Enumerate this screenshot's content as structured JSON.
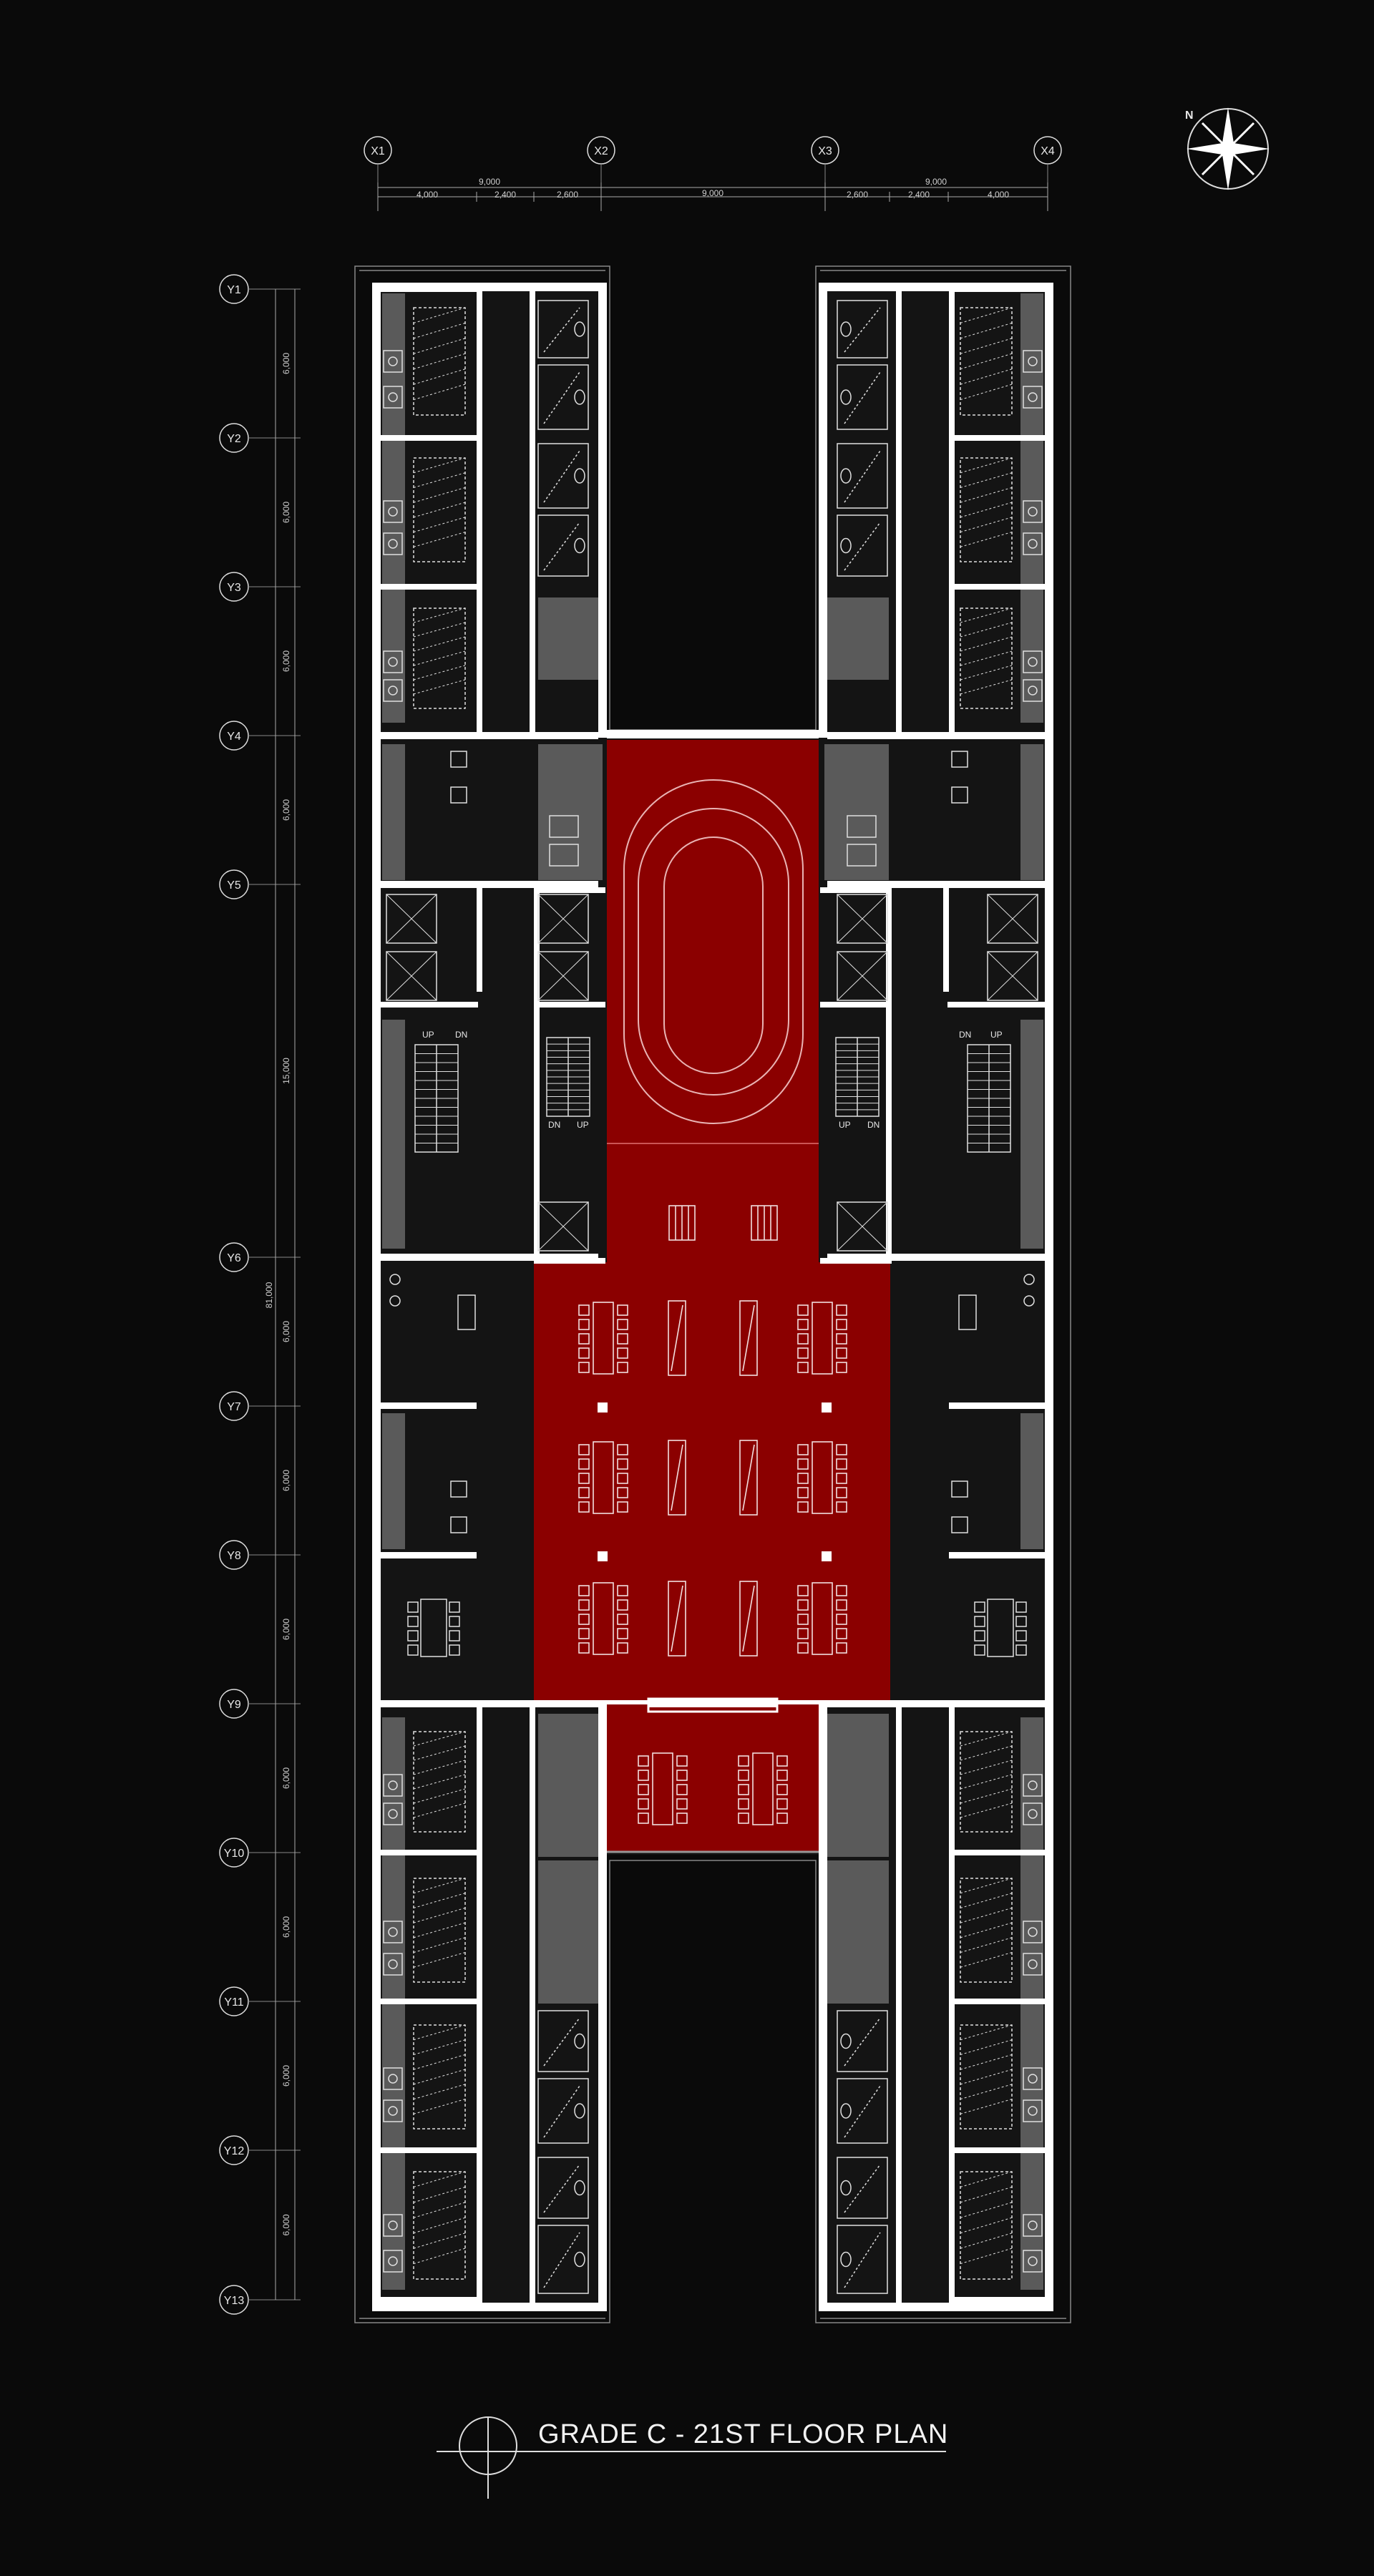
{
  "title": "GRADE C - 21ST FLOOR PLAN",
  "grid": {
    "x": [
      "X1",
      "X2",
      "X3",
      "X4"
    ],
    "y": [
      "Y1",
      "Y2",
      "Y3",
      "Y4",
      "Y5",
      "Y6",
      "Y7",
      "Y8",
      "Y9",
      "Y10",
      "Y11",
      "Y12",
      "Y13"
    ]
  },
  "dimensions": {
    "top_overall": [
      "9,000",
      "9,000",
      "9,000"
    ],
    "top_sub_left": [
      "4,000",
      "2,400",
      "2,600"
    ],
    "top_sub_right": [
      "2,600",
      "2,400",
      "4,000"
    ],
    "left_spans": [
      "6,000",
      "6,000",
      "6,000",
      "6,000",
      "15,000",
      "6,000",
      "6,000",
      "6,000",
      "6,000",
      "6,000",
      "6,000",
      "6,000"
    ],
    "left_total": "81,000"
  },
  "stair_labels": {
    "up": "UP",
    "dn": "DN"
  },
  "compass": {
    "label": "N"
  },
  "colors": {
    "background": "#0a0a0a",
    "wall": "#ffffff",
    "accent": "#8b0000",
    "void": "#111111",
    "grey": "#555555"
  }
}
